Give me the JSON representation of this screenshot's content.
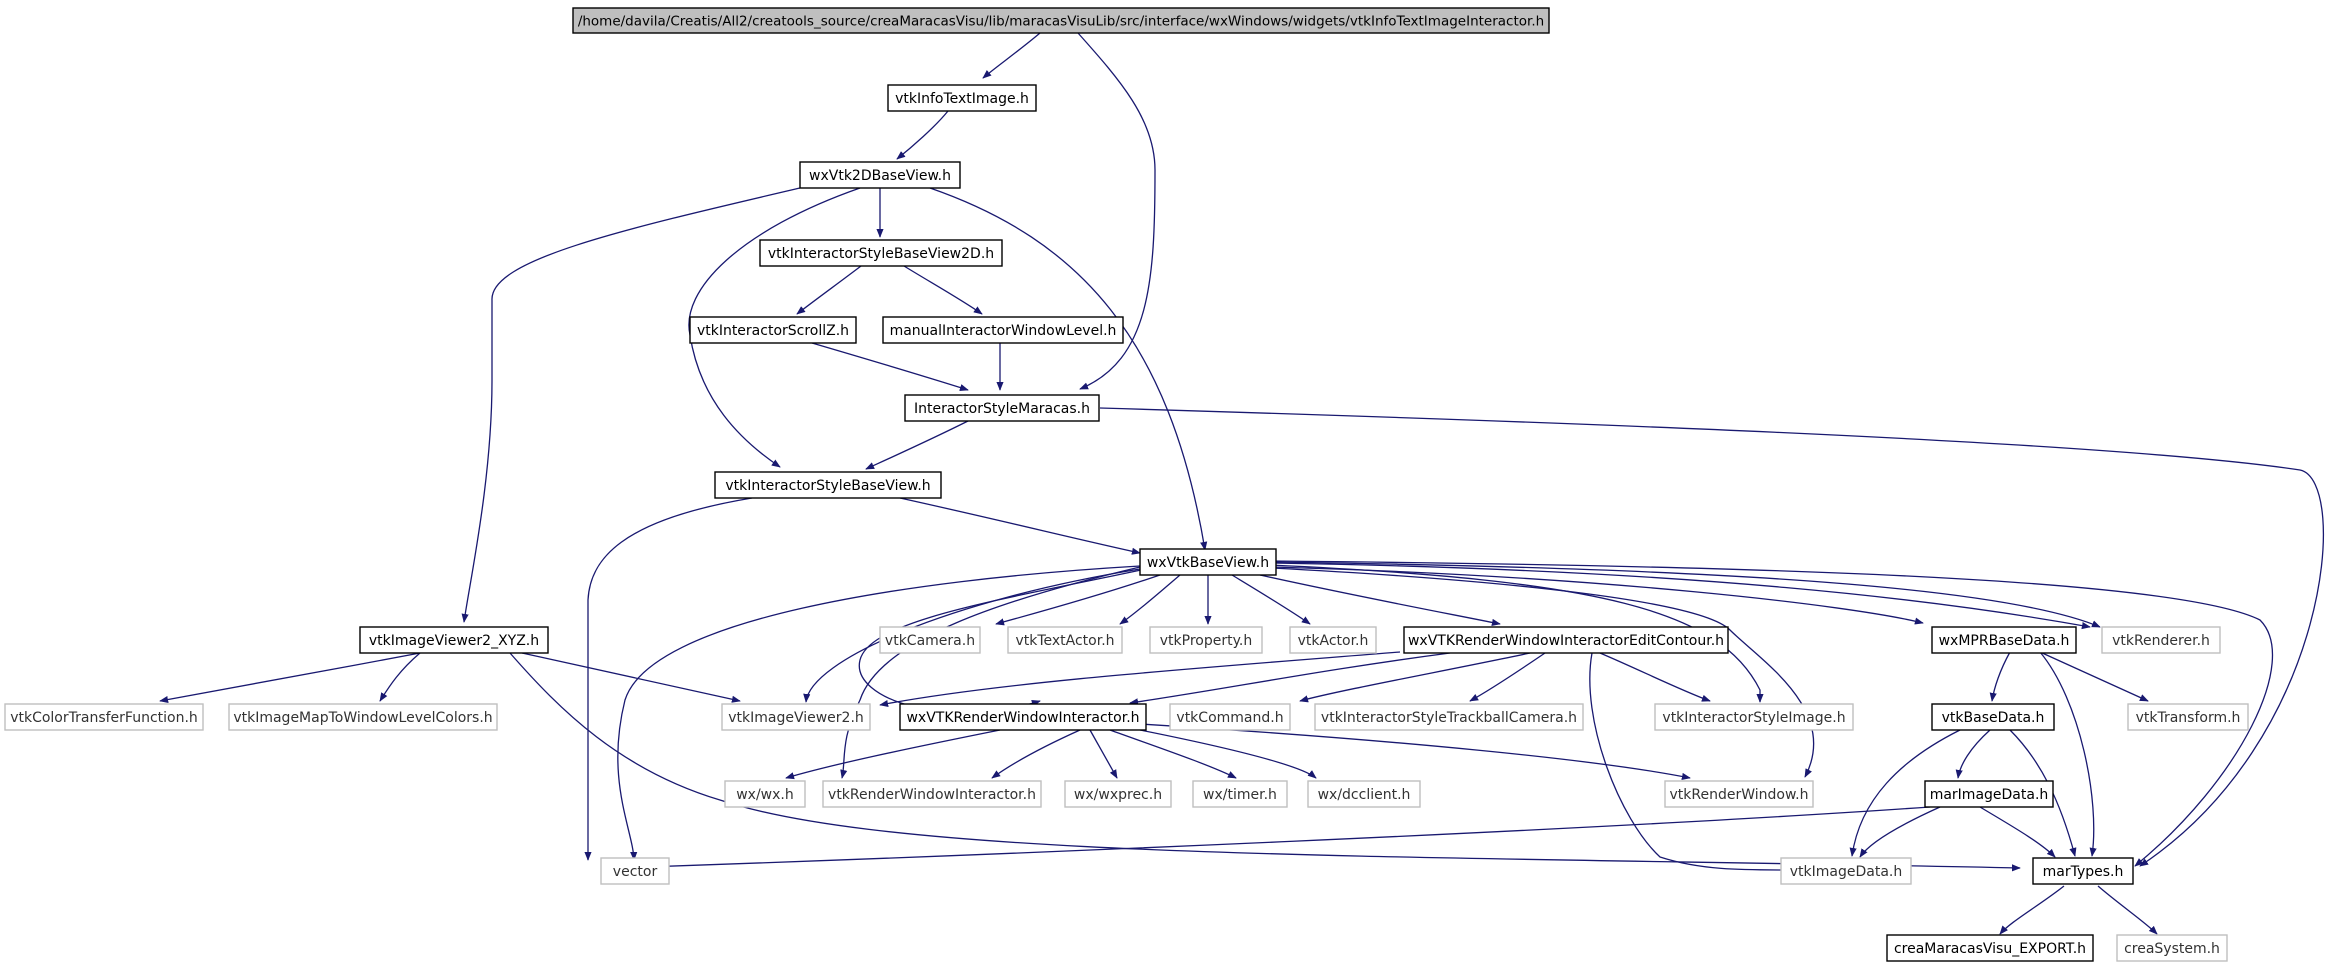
{
  "colors": {
    "edge": "#191970",
    "documented_border": "#000000",
    "undocumented_border": "#bfbfbf",
    "root_fill": "#bfbfbf"
  },
  "nodes": {
    "root": "/home/davila/Creatis/All2/creatools_source/creaMaracasVisu/lib/maracasVisuLib/src/interface/wxWindows/widgets/vtkInfoTextImageInteractor.h",
    "vtkInfoTextImage": "vtkInfoTextImage.h",
    "wxVtk2DBaseView": "wxVtk2DBaseView.h",
    "vtkInteractorStyleBaseView2D": "vtkInteractorStyleBaseView2D.h",
    "vtkInteractorScrollZ": "vtkInteractorScrollZ.h",
    "manualInteractorWindowLevel": "manualInteractorWindowLevel.h",
    "InteractorStyleMaracas": "InteractorStyleMaracas.h",
    "vtkInteractorStyleBaseView": "vtkInteractorStyleBaseView.h",
    "wxVtkBaseView": "wxVtkBaseView.h",
    "vtkImageViewer2_XYZ": "vtkImageViewer2_XYZ.h",
    "vtkColorTransferFunction": "vtkColorTransferFunction.h",
    "vtkImageMapToWindowLevelColors": "vtkImageMapToWindowLevelColors.h",
    "vtkImageViewer2": "vtkImageViewer2.h",
    "vtkCamera": "vtkCamera.h",
    "vtkTextActor": "vtkTextActor.h",
    "vtkProperty": "vtkProperty.h",
    "vtkActor": "vtkActor.h",
    "wxVTKRenderWindowInteractorEditContour": "wxVTKRenderWindowInteractorEditContour.h",
    "wxMPRBaseData": "wxMPRBaseData.h",
    "vtkRenderer": "vtkRenderer.h",
    "wxVTKRenderWindowInteractor": "wxVTKRenderWindowInteractor.h",
    "vtkCommand": "vtkCommand.h",
    "vtkInteractorStyleTrackballCamera": "vtkInteractorStyleTrackballCamera.h",
    "vtkInteractorStyleImage": "vtkInteractorStyleImage.h",
    "vtkBaseData": "vtkBaseData.h",
    "vtkTransform": "vtkTransform.h",
    "wx_wx": "wx/wx.h",
    "vtkRenderWindowInteractor": "vtkRenderWindowInteractor.h",
    "wx_wxprec": "wx/wxprec.h",
    "wx_timer": "wx/timer.h",
    "wx_dcclient": "wx/dcclient.h",
    "vtkRenderWindow": "vtkRenderWindow.h",
    "marImageData": "marImageData.h",
    "vector": "vector",
    "vtkImageData": "vtkImageData.h",
    "marTypes": "marTypes.h",
    "creaMaracasVisu_EXPORT": "creaMaracasVisu_EXPORT.h",
    "creaSystem": "creaSystem.h"
  }
}
